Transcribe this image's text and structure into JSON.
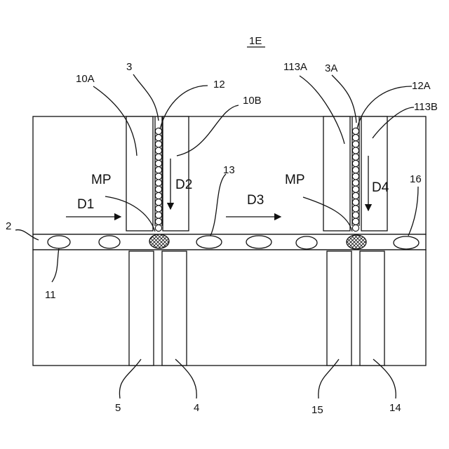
{
  "figure": {
    "title": "1E",
    "labels": {
      "ref_10A": "10A",
      "ref_3": "3",
      "ref_12": "12",
      "ref_10B": "10B",
      "ref_113A": "113A",
      "ref_3A": "3A",
      "ref_12A": "12A",
      "ref_113B": "113B",
      "ref_2": "2",
      "ref_11": "11",
      "ref_13": "13",
      "ref_16": "16",
      "ref_5": "5",
      "ref_4": "4",
      "ref_15": "15",
      "ref_14": "14",
      "mp_left": "MP",
      "mp_right": "MP",
      "d1": "D1",
      "d2": "D2",
      "d3": "D3",
      "d4": "D4"
    }
  },
  "colors": {
    "line": "#111111",
    "background": "#ffffff",
    "hatch": "#111111"
  }
}
